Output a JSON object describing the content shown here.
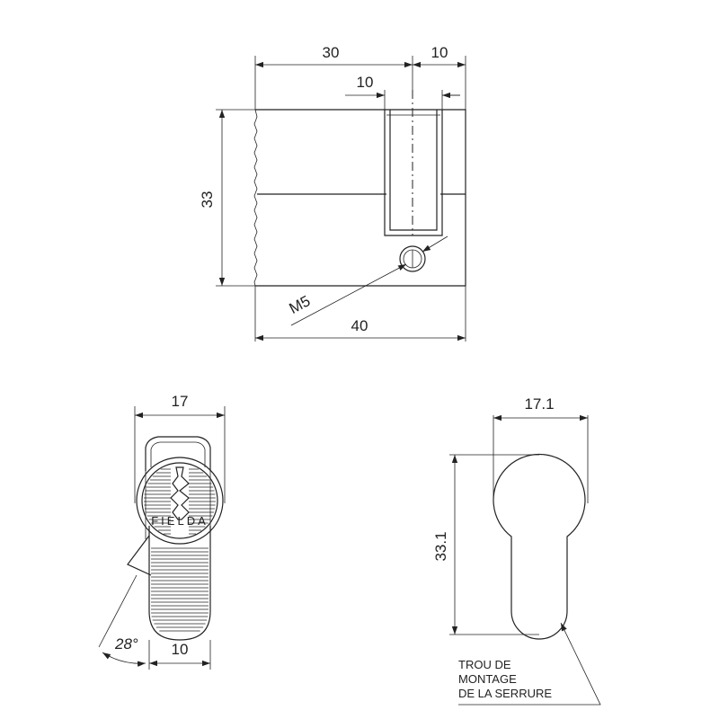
{
  "dimensions": {
    "top_30": "30",
    "top_10_right": "10",
    "top_10_inner": "10",
    "height_33": "33",
    "thread": "M5",
    "length_40": "40",
    "front_17": "17",
    "cam_width_10": "10",
    "angle_28": "28°",
    "profile_17_1": "17.1",
    "profile_33_1": "33.1"
  },
  "note": {
    "line1": "TROU DE",
    "line2": "MONTAGE",
    "line3": "DE LA SERRURE"
  },
  "brand": "FIELDA"
}
